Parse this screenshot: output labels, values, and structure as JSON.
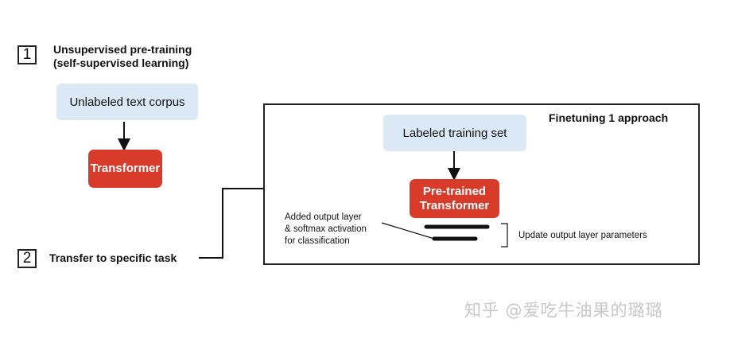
{
  "step1": {
    "number": "1",
    "title_line1": "Unsupervised pre-training",
    "title_line2": "(self-supervised learning)",
    "corpus_label": "Unlabeled text corpus",
    "transformer_label": "Transformer"
  },
  "step2": {
    "number": "2",
    "label": "Transfer to specific task"
  },
  "finetune": {
    "title": "Finetuning 1 approach",
    "training_set_label": "Labeled training set",
    "pretrained_line1": "Pre-trained",
    "pretrained_line2": "Transformer",
    "annotation_line1": "Added output layer",
    "annotation_line2": "& softmax activation",
    "annotation_line3": "for classification",
    "update_label": "Update output layer parameters"
  },
  "watermark": "知乎 @爱吃牛油果的璐璐",
  "colors": {
    "blue_box": "#dbe9f7",
    "red_box": "#d93b2b",
    "line": "#111111"
  }
}
